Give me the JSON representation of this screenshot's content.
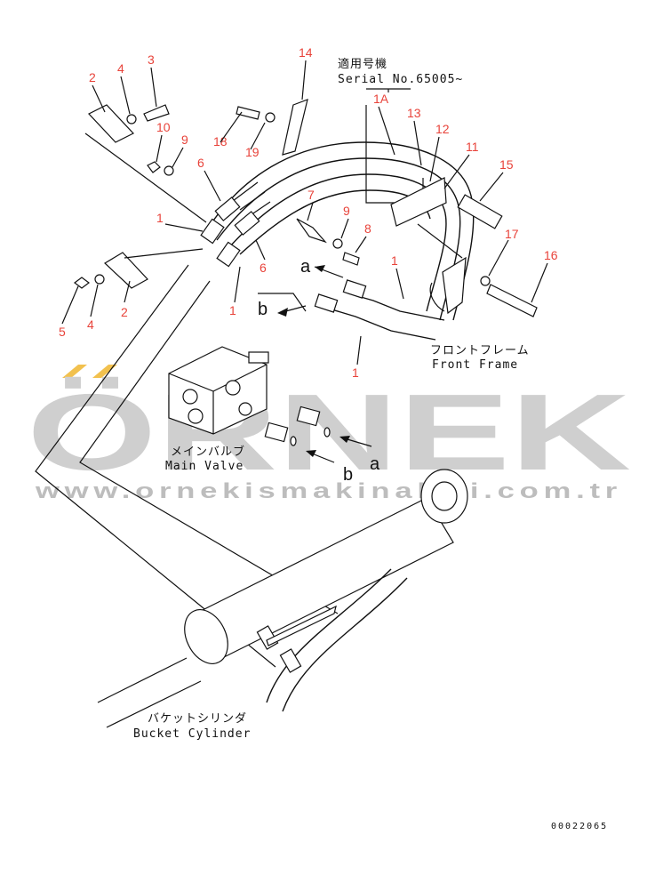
{
  "header_note": {
    "jp": "適用号機",
    "serial": "Serial No.65005~"
  },
  "labels": {
    "frame_jp": "フロントフレーム",
    "frame_en": "Front Frame",
    "valve_jp": "メインバルブ",
    "valve_en": "Main Valve",
    "cylinder_jp": "バケットシリンダ",
    "cylinder_en": "Bucket Cylinder"
  },
  "flow_markers": {
    "a_top": "a",
    "b_top": "b",
    "a_bottom": "a",
    "b_bottom": "b"
  },
  "watermark": {
    "brand": "ÖRNEK",
    "url": "www.ornekismakinalari.com.tr"
  },
  "drawing_code": "00022065",
  "callouts": {
    "c1a": "1A",
    "c1_a": "1",
    "c1_b": "1",
    "c1_c": "1",
    "c1_d": "1",
    "c2_a": "2",
    "c2_b": "2",
    "c3": "3",
    "c4_a": "4",
    "c4_b": "4",
    "c5": "5",
    "c6_a": "6",
    "c6_b": "6",
    "c7": "7",
    "c8": "8",
    "c9_a": "9",
    "c9_b": "9",
    "c10": "10",
    "c11": "11",
    "c12": "12",
    "c13": "13",
    "c14": "14",
    "c15": "15",
    "c16": "16",
    "c17": "17",
    "c18": "18",
    "c19": "19"
  },
  "colors": {
    "callout": "#e8433a",
    "line": "#111111",
    "watermark": "#cfcfcf",
    "watermark_accent": "#f2c14e"
  }
}
